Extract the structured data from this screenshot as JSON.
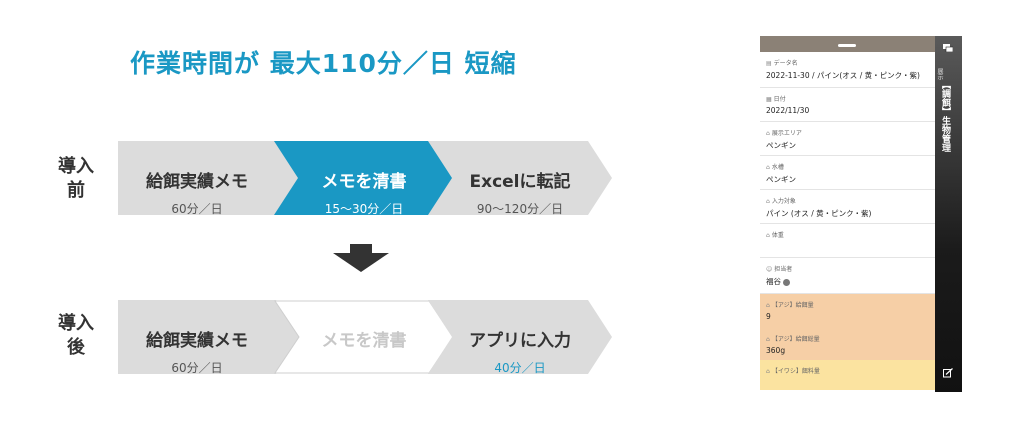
{
  "headline": "作業時間が 最大110分／日 短縮",
  "rows": [
    {
      "label": "導入\n前",
      "steps": [
        {
          "title": "給餌実績メモ",
          "sub": "60分／日"
        },
        {
          "title": "メモを清書",
          "sub": "15〜30分／日"
        },
        {
          "title": "Excelに転記",
          "sub": "90〜120分／日"
        }
      ]
    },
    {
      "label": "導入\n後",
      "steps": [
        {
          "title": "給餌実績メモ",
          "sub": "60分／日"
        },
        {
          "title": "メモを清書",
          "sub": ""
        },
        {
          "title": "アプリに入力",
          "sub": "40分／日"
        }
      ]
    }
  ],
  "colors": {
    "accent": "#1a98c4",
    "gray_step": "#dcdcdc",
    "text_dark": "#333333",
    "text_sub": "#555555",
    "disabled_text": "#c8c8c8",
    "peach": "#f6cfa6",
    "yellow": "#fbe3a0"
  },
  "phone": {
    "side_title": "【調餌】生物管理",
    "side_sub": "展示",
    "fields": [
      {
        "icon": "document-icon",
        "label": "データ名",
        "value": "2022-11-30 / パイン(オス / 黄・ピンク・紫)"
      },
      {
        "icon": "calendar-icon",
        "label": "日付",
        "value": "2022/11/30"
      },
      {
        "icon": "tag-icon",
        "label": "展示エリア",
        "value": "ペンギン"
      },
      {
        "icon": "tag-icon",
        "label": "水槽",
        "value": "ペンギン"
      },
      {
        "icon": "tag-icon",
        "label": "入力対象",
        "value": "パイン (オス / 黄・ピンク・紫)"
      },
      {
        "icon": "tag-icon",
        "label": "体重",
        "value": ""
      },
      {
        "icon": "person-icon",
        "label": "担当者",
        "value": "福谷"
      },
      {
        "icon": "tag-icon",
        "label": "【アジ】給餌量",
        "value": "9"
      },
      {
        "icon": "tag-icon",
        "label": "【アジ】給餌総量",
        "value": "360g"
      },
      {
        "icon": "tag-icon",
        "label": "【イワシ】餌料量",
        "value": ""
      }
    ]
  }
}
